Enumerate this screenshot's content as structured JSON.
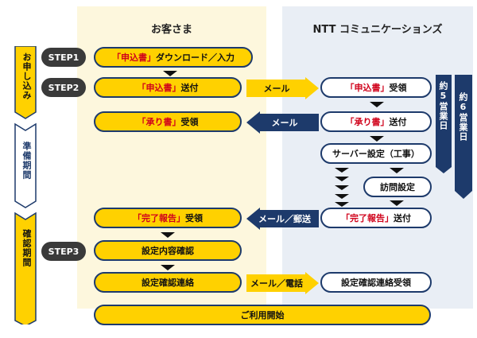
{
  "columns": {
    "customer": "お客さま",
    "provider": "NTT コミュニケーションズ"
  },
  "phases": {
    "apply": "お申し込み",
    "prep": "準備期間",
    "confirm": "確認期間"
  },
  "steps": {
    "s1": "STEP1",
    "s2": "STEP2",
    "s3": "STEP3"
  },
  "customer_flow": {
    "download": {
      "pre": "「申込書」",
      "post": "ダウンロード／入力"
    },
    "send": {
      "pre": "「申込書」",
      "post": "送付"
    },
    "receive_acceptance": {
      "pre": "「承り書」",
      "post": "受領"
    },
    "receive_report": {
      "pre": "「完了報告」",
      "post": "受領"
    },
    "check_settings": "設定内容確認",
    "contact": "設定確認連絡",
    "start": "ご利用開始"
  },
  "provider_flow": {
    "receive_application": {
      "pre": "「申込書」",
      "post": "受領"
    },
    "send_acceptance": {
      "pre": "「承り書」",
      "post": "送付"
    },
    "server_setup": "サーバー設定（工事）",
    "visit_setup": "訪問設定",
    "send_report": {
      "pre": "「完了報告」",
      "post": "送付"
    },
    "receive_contact": "設定確認連絡受領"
  },
  "channels": {
    "mail1": "メール",
    "mail2": "メール",
    "mail_post": "メール／郵送",
    "mail_phone": "メール／電話"
  },
  "durations": {
    "five_days": "約5営業日",
    "six_days": "約6営業日"
  },
  "colors": {
    "yellow": "#ffd100",
    "navy": "#1d3a6b",
    "dark": "#3a3a3a",
    "red": "#d0021b"
  }
}
